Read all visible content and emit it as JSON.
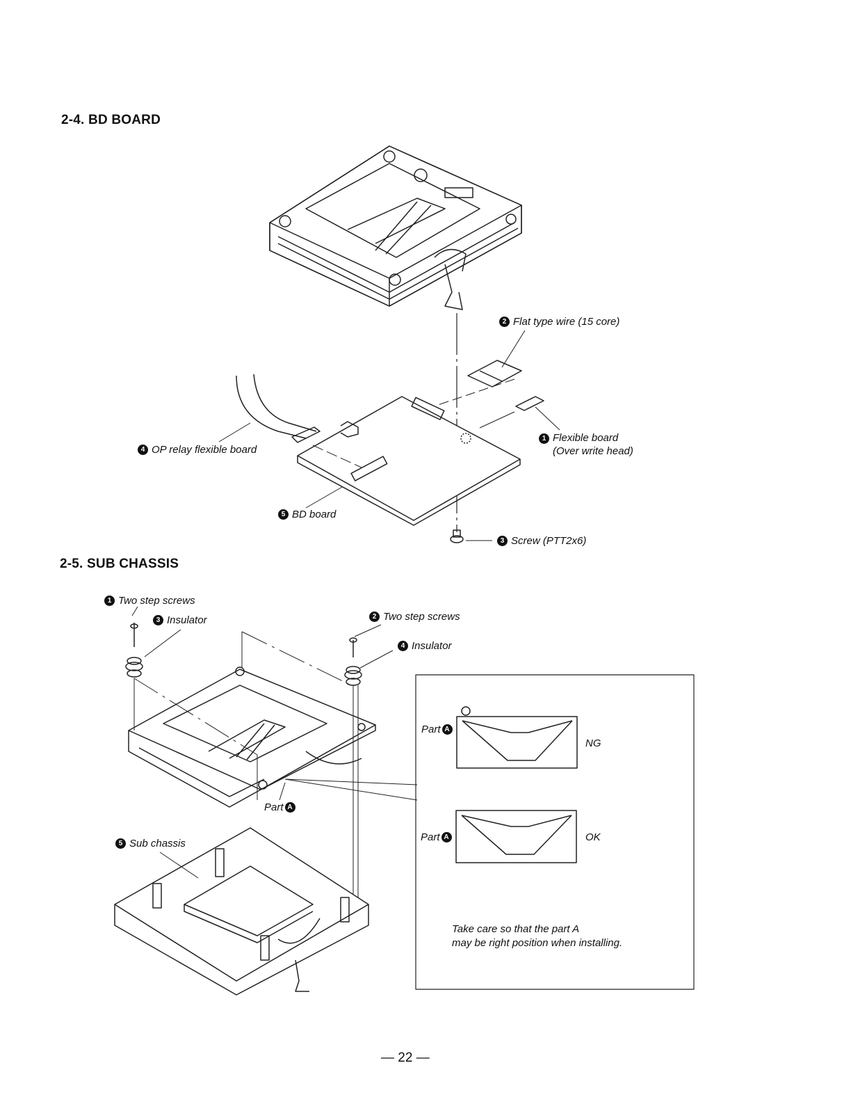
{
  "section_bd": {
    "heading": "2-4. BD BOARD",
    "callouts": [
      {
        "num": "2",
        "text": "Flat type wire (15 core)"
      },
      {
        "num": "1",
        "text": "Flexible board",
        "sub": "(Over write head)"
      },
      {
        "num": "4",
        "text": "OP relay flexible board"
      },
      {
        "num": "5",
        "text": "BD board"
      },
      {
        "num": "3",
        "text": "Screw (PTT2x6)"
      }
    ]
  },
  "section_sub": {
    "heading": "2-5. SUB CHASSIS",
    "callouts": [
      {
        "num": "1",
        "text": "Two step screws"
      },
      {
        "num": "3",
        "text": "Insulator"
      },
      {
        "num": "2",
        "text": "Two step screws"
      },
      {
        "num": "4",
        "text": "Insulator"
      },
      {
        "num": "5",
        "text": "Sub chassis"
      }
    ],
    "part_label": "Part",
    "part_badge": "A",
    "detail": {
      "ng": {
        "part": "Part",
        "badge": "A",
        "result": "NG"
      },
      "ok": {
        "part": "Part",
        "badge": "A",
        "result": "OK"
      },
      "note_line1": "Take care so that the part A",
      "note_line2": "may be right position when installing."
    }
  },
  "footer": {
    "page": "— 22 —"
  }
}
